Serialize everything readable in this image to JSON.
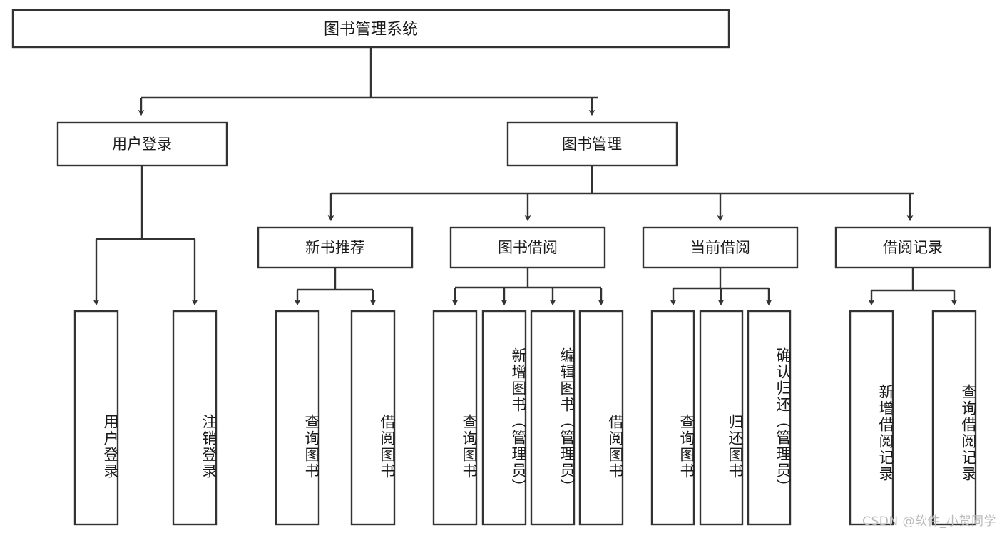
{
  "diagram": {
    "type": "tree",
    "title": "图书管理系统",
    "orientation": "top-down",
    "colors": {
      "box_stroke": "#333333",
      "box_fill": "#ffffff",
      "connector": "#333333",
      "text": "#1a1a1a",
      "watermark": "#b9b9b9",
      "background": "#ffffff"
    },
    "root": {
      "label": "图书管理系统"
    },
    "level2": [
      {
        "label": "用户登录"
      },
      {
        "label": "图书管理"
      }
    ],
    "level3": [
      {
        "label": "新书推荐"
      },
      {
        "label": "图书借阅"
      },
      {
        "label": "当前借阅"
      },
      {
        "label": "借阅记录"
      }
    ],
    "leaves": {
      "user_login": [
        {
          "label": "用户登录"
        },
        {
          "label": "注销登录"
        }
      ],
      "new_book_recommend": [
        {
          "label": "查询图书"
        },
        {
          "label": "借阅图书"
        }
      ],
      "book_borrow": [
        {
          "label": "查询图书"
        },
        {
          "label": "新增图书（管理员）"
        },
        {
          "label": "编辑图书（管理员）"
        },
        {
          "label": "借阅图书"
        }
      ],
      "current_borrow": [
        {
          "label": "查询图书"
        },
        {
          "label": "归还图书"
        },
        {
          "label": "确认归还（管理员）"
        }
      ],
      "borrow_record": [
        {
          "label": "新增借阅记录"
        },
        {
          "label": "查询借阅记录"
        }
      ]
    }
  },
  "watermark": {
    "text": "CSDN @软件_小贺同学"
  }
}
